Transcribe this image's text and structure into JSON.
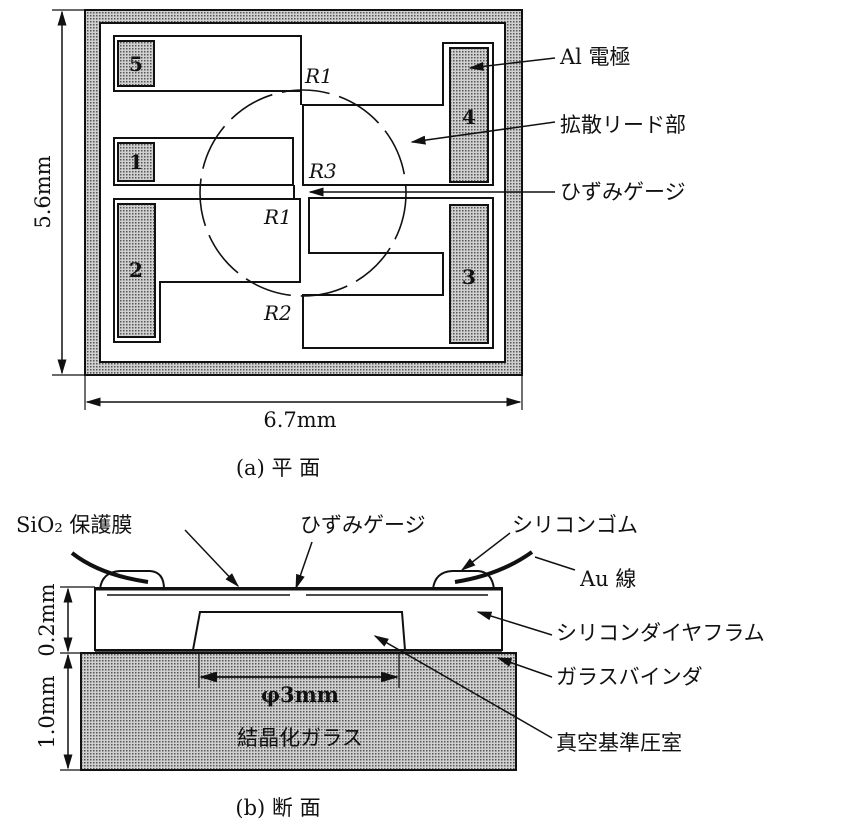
{
  "plan": {
    "caption": "(a)  平  面",
    "width_dim": "6.7mm",
    "height_dim": "5.6mm",
    "pads": [
      "5",
      "1",
      "2",
      "4",
      "3"
    ],
    "resistors": {
      "r1_top": "R1",
      "r3": "R3",
      "r1_mid": "R1",
      "r2": "R2"
    },
    "labels": {
      "electrode": "Al 電極",
      "diffusion": "拡散リード部",
      "gauge": "ひずみゲージ"
    }
  },
  "section": {
    "caption": "(b)  断  面",
    "labels": {
      "sio2": "SiO₂ 保護膜",
      "gauge": "ひずみゲージ",
      "rubber": "シリコンゴム",
      "au": "Au 線",
      "diaphragm": "シリコンダイヤフラム",
      "binder": "ガラスバインダ",
      "chamber": "真空基準圧室",
      "glass": "結晶化ガラス"
    },
    "dims": {
      "diameter": "φ3mm",
      "diaphragm_thickness": "0.2mm",
      "glass_thickness": "1.0mm"
    }
  },
  "colors": {
    "hatch": "#b5b5b5",
    "line": "#111111"
  }
}
